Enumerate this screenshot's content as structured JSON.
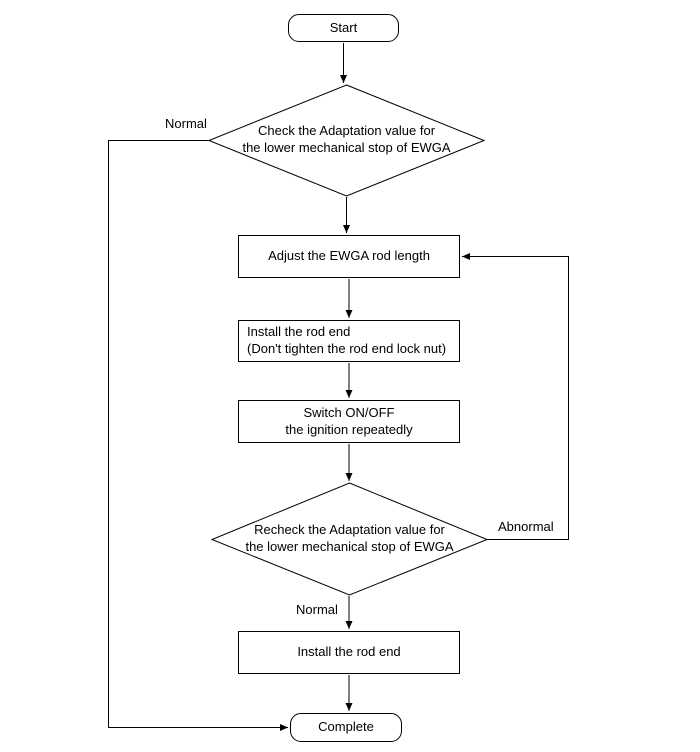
{
  "flowchart": {
    "nodes": {
      "start": {
        "label": "Start"
      },
      "check_adaptation": {
        "label": "Check the Adaptation value for\nthe lower mechanical stop of EWGA"
      },
      "adjust_rod": {
        "label": "Adjust the EWGA rod length"
      },
      "install_rod_end_loose": {
        "label": "Install the rod end\n(Don't tighten the rod end lock nut)"
      },
      "switch_ignition": {
        "label": "Switch ON/OFF\nthe ignition repeatedly"
      },
      "recheck_adaptation": {
        "label": "Recheck the Adaptation value for\nthe lower mechanical stop of EWGA"
      },
      "install_rod_end": {
        "label": "Install the rod end"
      },
      "complete": {
        "label": "Complete"
      }
    },
    "edge_labels": {
      "normal_left": "Normal",
      "abnormal": "Abnormal",
      "normal_bottom": "Normal"
    },
    "colors": {
      "stroke": "#000000",
      "fill": "#ffffff",
      "text": "#000000"
    }
  }
}
